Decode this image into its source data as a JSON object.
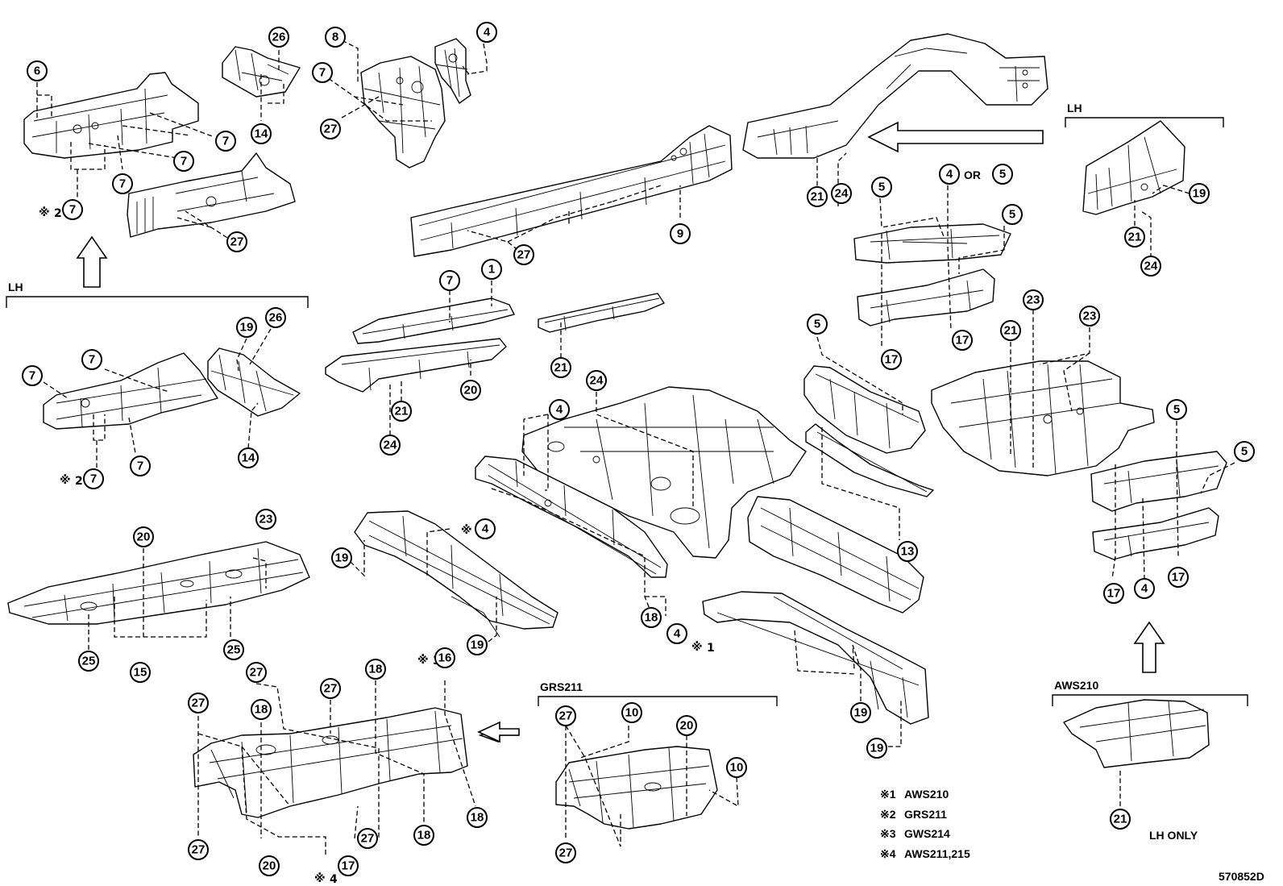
{
  "callouts": [
    {
      "id": "c6",
      "n": "6"
    },
    {
      "id": "c26a",
      "n": "26"
    },
    {
      "id": "c8",
      "n": "8"
    },
    {
      "id": "c4a",
      "n": "4"
    },
    {
      "id": "c7a",
      "n": "7"
    },
    {
      "id": "c7b",
      "n": "7"
    },
    {
      "id": "c7c",
      "n": "7"
    },
    {
      "id": "c7d",
      "n": "7"
    },
    {
      "id": "c7e",
      "n": "7"
    },
    {
      "id": "c14a",
      "n": "14"
    },
    {
      "id": "c27a",
      "n": "27"
    },
    {
      "id": "c27b",
      "n": "27"
    },
    {
      "id": "c21a",
      "n": "21"
    },
    {
      "id": "c24a",
      "n": "24"
    },
    {
      "id": "c4b",
      "n": "4"
    },
    {
      "id": "c5a",
      "n": "5"
    },
    {
      "id": "c5b",
      "n": "5"
    },
    {
      "id": "c5c",
      "n": "5"
    },
    {
      "id": "c17a",
      "n": "17"
    },
    {
      "id": "c17b",
      "n": "17"
    },
    {
      "id": "c9",
      "n": "9"
    },
    {
      "id": "c27c",
      "n": "27"
    },
    {
      "id": "c19a",
      "n": "19"
    },
    {
      "id": "c21b",
      "n": "21"
    },
    {
      "id": "c24b",
      "n": "24"
    },
    {
      "id": "c7f",
      "n": "7"
    },
    {
      "id": "c1",
      "n": "1"
    },
    {
      "id": "c21c",
      "n": "21"
    },
    {
      "id": "c20a",
      "n": "20"
    },
    {
      "id": "c21d",
      "n": "21"
    },
    {
      "id": "c24c",
      "n": "24"
    },
    {
      "id": "c19b",
      "n": "19"
    },
    {
      "id": "c26b",
      "n": "26"
    },
    {
      "id": "c7g",
      "n": "7"
    },
    {
      "id": "c7h",
      "n": "7"
    },
    {
      "id": "c7i",
      "n": "7"
    },
    {
      "id": "c7j",
      "n": "7"
    },
    {
      "id": "c14b",
      "n": "14"
    },
    {
      "id": "c4c",
      "n": "4"
    },
    {
      "id": "c24d",
      "n": "24"
    },
    {
      "id": "c23a",
      "n": "23"
    },
    {
      "id": "c21e",
      "n": "21"
    },
    {
      "id": "c23b",
      "n": "23"
    },
    {
      "id": "c5d",
      "n": "5"
    },
    {
      "id": "c5e",
      "n": "5"
    },
    {
      "id": "c5f",
      "n": "5"
    },
    {
      "id": "c4d",
      "n": "4"
    },
    {
      "id": "c19c",
      "n": "19"
    },
    {
      "id": "c18a",
      "n": "18"
    },
    {
      "id": "c4e",
      "n": "4"
    },
    {
      "id": "c13",
      "n": "13"
    },
    {
      "id": "c17c",
      "n": "17"
    },
    {
      "id": "c4f",
      "n": "4"
    },
    {
      "id": "c17d",
      "n": "17"
    },
    {
      "id": "c20b",
      "n": "20"
    },
    {
      "id": "c23c",
      "n": "23"
    },
    {
      "id": "c25a",
      "n": "25"
    },
    {
      "id": "c15",
      "n": "15"
    },
    {
      "id": "c25b",
      "n": "25"
    },
    {
      "id": "c16",
      "n": "16"
    },
    {
      "id": "c19d",
      "n": "19"
    },
    {
      "id": "c19e",
      "n": "19"
    },
    {
      "id": "c19f",
      "n": "19"
    },
    {
      "id": "c27d",
      "n": "27"
    },
    {
      "id": "c27e",
      "n": "27"
    },
    {
      "id": "c18b",
      "n": "18"
    },
    {
      "id": "c18c",
      "n": "18"
    },
    {
      "id": "c27f",
      "n": "27"
    },
    {
      "id": "c18d",
      "n": "18"
    },
    {
      "id": "c27g",
      "n": "27"
    },
    {
      "id": "c20c",
      "n": "20"
    },
    {
      "id": "c17e",
      "n": "17"
    },
    {
      "id": "c27h",
      "n": "27"
    },
    {
      "id": "c18e",
      "n": "18"
    },
    {
      "id": "c27i",
      "n": "27"
    },
    {
      "id": "c10a",
      "n": "10"
    },
    {
      "id": "c20d",
      "n": "20"
    },
    {
      "id": "c10b",
      "n": "10"
    },
    {
      "id": "c27j",
      "n": "27"
    },
    {
      "id": "c21f",
      "n": "21"
    }
  ],
  "labels": {
    "lh_top_right": "LH",
    "lh_left": "LH",
    "grs211": "GRS211",
    "aws210": "AWS210",
    "or": "OR",
    "lh_only": "LH ONLY",
    "mark": "※",
    "sub1": "1",
    "sub2": "2",
    "sub3": "3",
    "sub4": "4",
    "diagram_id": "570852D"
  },
  "notes": [
    {
      "key": "※1",
      "text": "AWS210"
    },
    {
      "key": "※2",
      "text": "GRS211"
    },
    {
      "key": "※3",
      "text": "GWS214"
    },
    {
      "key": "※4",
      "text": "AWS211,215"
    }
  ]
}
